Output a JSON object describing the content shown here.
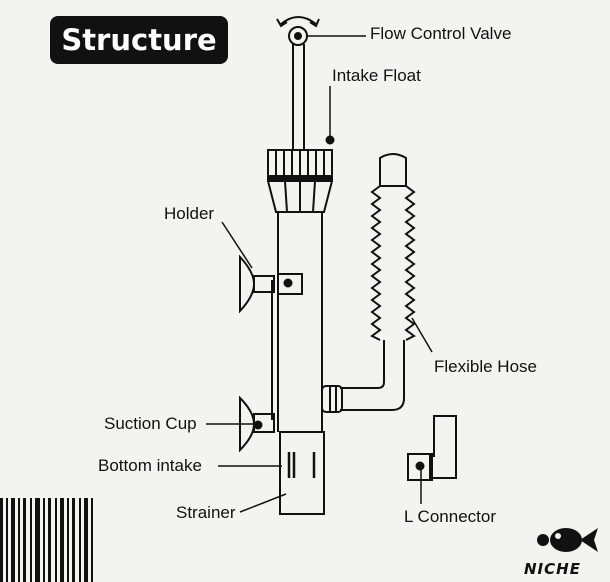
{
  "title": "Structure",
  "labels": {
    "flow_control_valve": "Flow Control Valve",
    "intake_float": "Intake Float",
    "holder": "Holder",
    "flexible_hose": "Flexible Hose",
    "suction_cup": "Suction Cup",
    "bottom_intake": "Bottom intake",
    "strainer": "Strainer",
    "l_connector": "L Connector"
  },
  "brand": "NICHE",
  "colors": {
    "line": "#111111",
    "background": "#f3f3f1",
    "badge": "#111111"
  }
}
